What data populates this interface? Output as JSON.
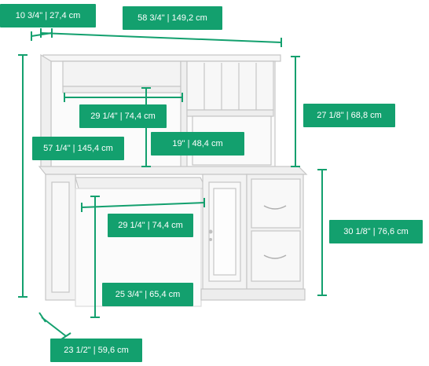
{
  "dimensions": {
    "side_depth": "10 3/4\"  |  27,4 cm",
    "total_width": "58 3/4\"  |  149,2 cm",
    "hutch_inner_width": "29 1/4\"  |  74,4 cm",
    "hutch_height": "27 1/8\"  |  68,8 cm",
    "total_height": "57 1/4\"  |  145,4 cm",
    "hutch_opening_height": "19\"  |  48,4 cm",
    "knee_width": "29 1/4\"  |  74,4 cm",
    "desk_height": "30 1/8\"  |  76,6 cm",
    "knee_height": "25 3/4\"  |  65,4 cm",
    "desk_depth": "23 1/2\"  |  59,6 cm"
  },
  "colors": {
    "accent": "#13a06e",
    "outline": "#c8c8c8",
    "panel": "#f4f4f4"
  }
}
